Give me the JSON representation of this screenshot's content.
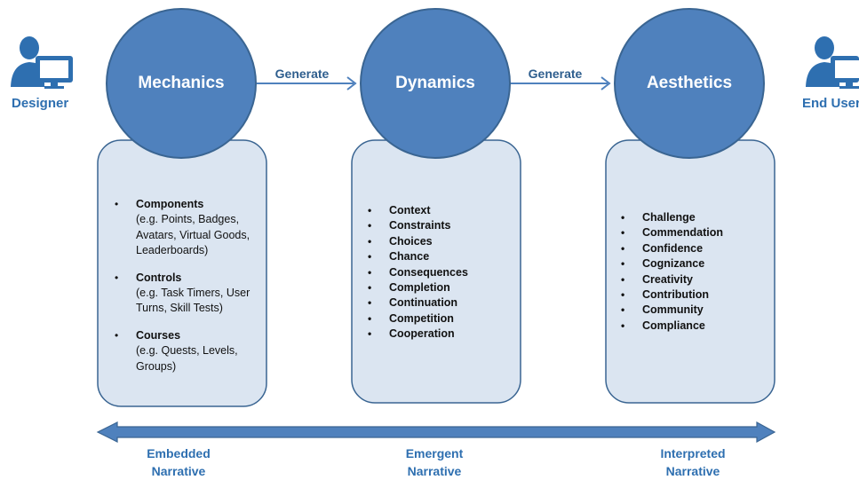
{
  "actors": {
    "designer": {
      "label": "Designer",
      "icon": "designer-icon"
    },
    "end_user": {
      "label": "End User",
      "icon": "end-user-icon"
    }
  },
  "stages": [
    {
      "title": "Mechanics"
    },
    {
      "title": "Dynamics"
    },
    {
      "title": "Aesthetics"
    }
  ],
  "flow_labels": [
    "Generate",
    "Generate"
  ],
  "mechanics_items": [
    {
      "title": "Components",
      "note": "(e.g. Points, Badges, Avatars, Virtual Goods, Leaderboards)"
    },
    {
      "title": "Controls",
      "note": "(e.g. Task Timers, User Turns, Skill Tests)"
    },
    {
      "title": "Courses",
      "note": "(e.g. Quests, Levels, Groups)"
    }
  ],
  "dynamics_items": [
    "Context",
    "Constraints",
    "Choices",
    "Chance",
    "Consequences",
    "Completion",
    "Continuation",
    "Competition",
    "Cooperation"
  ],
  "aesthetics_items": [
    "Challenge",
    "Commendation",
    "Confidence",
    "Cognizance",
    "Creativity",
    "Contribution",
    "Community",
    "Compliance"
  ],
  "narratives": [
    {
      "line1": "Embedded",
      "line2": "Narrative"
    },
    {
      "line1": "Emergent",
      "line2": "Narrative"
    },
    {
      "line1": "Interpreted",
      "line2": "Narrative"
    }
  ],
  "colors": {
    "circle_fill": "#4f81bd",
    "circle_stroke": "#3a6592",
    "panel_fill": "#dbe5f1",
    "panel_stroke": "#3a6592",
    "arrow": "#4f81bd",
    "label_blue": "#2e6fb0"
  }
}
